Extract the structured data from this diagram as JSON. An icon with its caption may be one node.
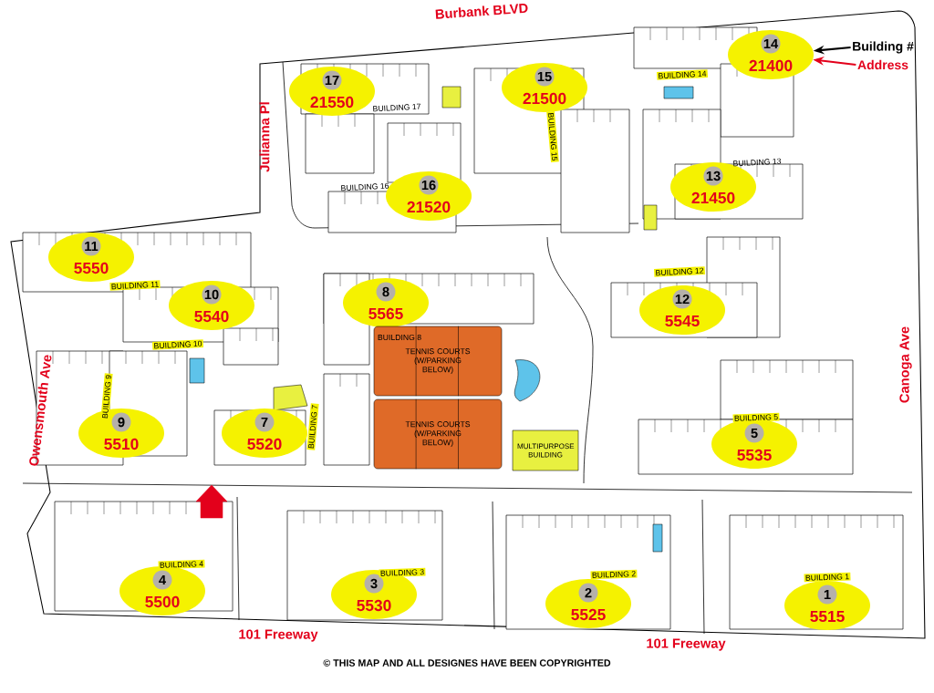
{
  "diagram": {
    "nodes": [
      {
        "text": [
          "14",
          "21400"
        ]
      },
      {
        "text": [
          "Building #"
        ]
      },
      {
        "text": [
          "Address"
        ]
      },
      {
        "text": [
          "17",
          "21550"
        ]
      },
      {
        "text": [
          "15",
          "21500"
        ]
      },
      {
        "text": [
          "13",
          "21450"
        ]
      },
      {
        "text": [
          "16",
          "21520"
        ]
      },
      {
        "text": [
          "11",
          "5550"
        ]
      },
      {
        "text": [
          "10",
          "5540"
        ]
      },
      {
        "text": [
          "8",
          "5565"
        ]
      },
      {
        "text": [
          "12",
          "5545"
        ]
      },
      {
        "text": [
          "TENNIS COURTS (W/PARKING BELOW)"
        ]
      },
      {
        "text": [
          "TENNIS COURTS (W/PARKING BELOW)"
        ]
      },
      {
        "text": [
          "9",
          "5510"
        ]
      },
      {
        "text": [
          "7",
          "5520"
        ]
      },
      {
        "text": [
          "MULTIPURPOSE BUILDING"
        ]
      },
      {
        "text": [
          "5",
          "5535"
        ]
      },
      {
        "text": [
          "4",
          "5500"
        ]
      },
      {
        "text": [
          "3",
          "5530"
        ]
      },
      {
        "text": [
          "2",
          "5525"
        ]
      },
      {
        "text": [
          "1",
          "5515"
        ]
      }
    ],
    "edges": [
      {
        "from": 1,
        "to": 0,
        "arrow": "to"
      },
      {
        "from": 2,
        "to": 0,
        "arrow": "to",
        "color": "#e3001b"
      }
    ],
    "labels": [
      "Burbank BLVD",
      "BUILDING 17",
      "BUILDING 14",
      "BUILDING 15",
      "Julianna Pl",
      "BUILDING 13",
      "BUILDING 16",
      "BUILDING 12",
      "BUILDING 11",
      "BUILDING 10",
      "Canoga Ave",
      "BUILDING 8",
      "BUILDING 9",
      "Owensmouth Ave",
      "BUILDING 7",
      "BUILDING 5",
      "BUILDING 4",
      "BUILDING 3",
      "BUILDING 2",
      "BUILDING 1",
      "101 Freeway",
      "101 Freeway",
      "© THIS MAP AND ALL DESIGNES HAVE BEEN COPYRIGHTED"
    ]
  }
}
